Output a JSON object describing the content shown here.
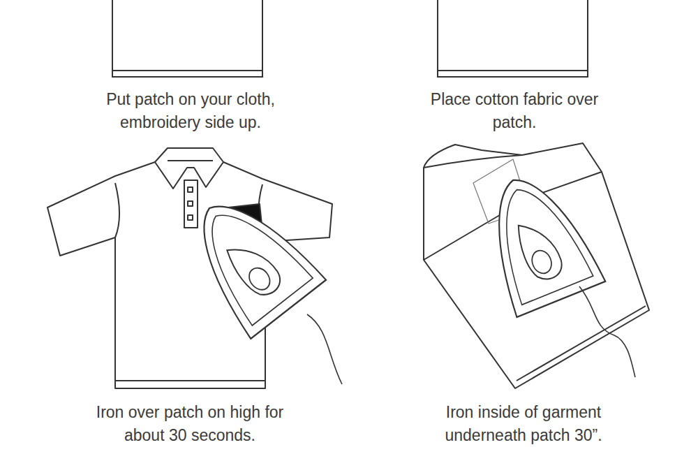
{
  "diagram": {
    "labels": [
      "Put patch on your cloth, embroidery side up.",
      "Place cotton fabric over patch.",
      "Iron over patch on high for about 30 seconds.",
      "Iron inside of garment underneath patch 30”."
    ]
  }
}
